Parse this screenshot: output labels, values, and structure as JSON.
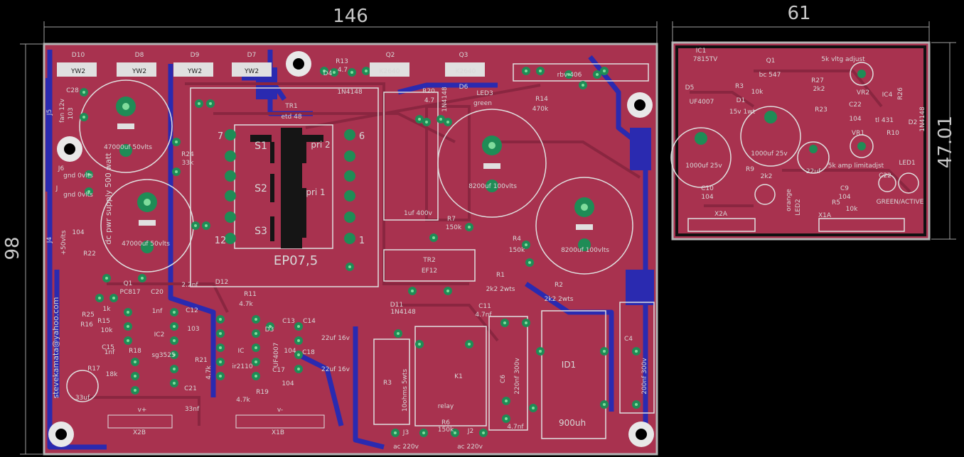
{
  "dimensions": {
    "board1_width": "146",
    "board1_height": "98",
    "board2_width": "61",
    "board2_height": "47.01"
  },
  "board1": {
    "diodes_top": [
      {
        "ref": "D10",
        "val": "YW2"
      },
      {
        "ref": "D8",
        "val": "YW2"
      },
      {
        "ref": "D9",
        "val": "YW2"
      },
      {
        "ref": "D7",
        "val": "YW2"
      }
    ],
    "labels": {
      "r13": "R13",
      "r13v": "4.7",
      "d4": "D4",
      "d4v": "1N4148",
      "q2": "Q2",
      "q2v": "K2640",
      "q3": "Q3",
      "q3v": "K2640",
      "rbv": "rbv 406",
      "r20": "R20",
      "r20v": "4.7",
      "d6": "D6",
      "d6v": "1N4148",
      "led3": "LED3",
      "led3v": "green",
      "r14": "R14",
      "r14v": "470k",
      "c28": "C28",
      "c28v": "103",
      "j5": "J5",
      "j5v": "fan 12v",
      "c_a": "47000uf 50vlts",
      "c_b": "47000uf 50vlts",
      "r24": "R24",
      "r24v": "33k",
      "j6": "J6",
      "gnd1": "gnd 0vlts",
      "j": "J",
      "gnd2": "gnd 0vlts",
      "j4": "J4",
      "j4v": "+50vlts",
      "c3v": "104",
      "side": "dc pwr supply 500 watt",
      "tr1": "TR1",
      "tr1v": "etd 48",
      "s1": "S1",
      "s2": "S2",
      "s3": "S3",
      "pri2": "pri 2",
      "pri1": "pri 1",
      "p7": "7",
      "p6": "6",
      "p12": "12",
      "p1": "1",
      "ep": "EP07,5",
      "c820a": "8200uf 100vlts",
      "c820b": "8200uf 100vlts",
      "c1v": "1uf 400v",
      "r7": "R7",
      "r7v": "150k",
      "r4": "R4",
      "r4v": "150k",
      "tr2": "TR2",
      "tr2v": "EF12",
      "r1": "R1",
      "r1v": "2k2 2wts",
      "r2": "R2",
      "r2v": "2k2 2wts",
      "r22": "R22",
      "c2v": "2.2nf",
      "d12": "D12",
      "q1": "Q1",
      "q1v": "PC817",
      "c20": "C20",
      "c20v": "1nf",
      "r11": "R11",
      "r11v": "4.7k",
      "c12": "C12",
      "c12v": "103",
      "r15": "R15",
      "r15v": "1k",
      "r25": "R25",
      "r16": "R16",
      "r16v": "10k",
      "ic2": "IC2",
      "ic2v": "sg3525",
      "c15": "C15",
      "c15v": "1nf",
      "r18": "R18",
      "r17": "R17",
      "r17v": "18k",
      "c16v": "33uf",
      "r21": "R21",
      "r21v": "4.7k",
      "ic": "IC",
      "icv": "ir2110",
      "d3": "D3",
      "d3v": "UF4007",
      "c13": "C13",
      "c13v": "104",
      "c14": "C14",
      "c14v": "22uf 16v",
      "c18": "C18",
      "c18v": "22uf 16v",
      "c17": "C17",
      "c17v": "104",
      "c21": "C21",
      "c21v": "33nf",
      "r19": "R19",
      "r19v": "4.7k",
      "x2b": "X2B",
      "x1b": "X1B",
      "vplus": "v+",
      "vminus": "v-",
      "email": "stevekamata@yahoo.com",
      "d11": "D11",
      "d11v": "1N4148",
      "c11": "C11",
      "c11v": "4.7nf",
      "r3": "R3",
      "r3v": "10ohms 5wts",
      "k1": "K1",
      "relay": "relay",
      "c6": "C6",
      "c6v": "220nf 300v",
      "id1": "ID1",
      "id1v": "900uh",
      "c4": "C4",
      "c4v": "200nf 300v",
      "c5v": "4.7nf",
      "r6": "R6",
      "r6v": "150k",
      "j3": "J3",
      "j3v": "ac 220v",
      "j2": "J2",
      "j2v": "ac 220v"
    }
  },
  "board2": {
    "labels": {
      "ic1": "IC1",
      "ic1v": "7815TV",
      "q1": "Q1",
      "q1v": "bc 547",
      "vr_adj": "5k vltg adjust",
      "d5": "D5",
      "d5v": "UF4007",
      "r3": "R3",
      "r3v": "10k",
      "d1": "D1",
      "d1v": "15v 1wt",
      "r27": "R27",
      "r27v": "2k2",
      "vr2": "VR2",
      "ic4": "IC4",
      "ic4v": "tl 431",
      "r26": "R26",
      "c22": "C22",
      "c22v": "104",
      "r23": "R23",
      "c7v": "1000uf 25v",
      "c8v": "1000uf 25v",
      "c23v": "22uf",
      "vr1": "VR1",
      "vr1v": "5k amp limitadjst",
      "r10": "R10",
      "d2": "D2",
      "d2v": "1N4148",
      "led1": "LED1",
      "r9": "R9",
      "r9v": "2k2",
      "c10": "C10",
      "c10v": "104",
      "c9": "C9",
      "c9v": "104",
      "r5": "R5",
      "r5v": "10k",
      "c2x": "C22",
      "orange": "orange",
      "led2": "LED2",
      "green": "GREEN/ACTIVE",
      "x2a": "X2A",
      "x1a": "X1A"
    }
  },
  "colors": {
    "background": "#000000",
    "board": "#a8324f",
    "trace_bottom": "#2a2ab0",
    "pad": "#1f8c56",
    "pad_hole": "#7fdc9c",
    "silk": "#d8d8d8",
    "outline": "#b4b4b4"
  }
}
